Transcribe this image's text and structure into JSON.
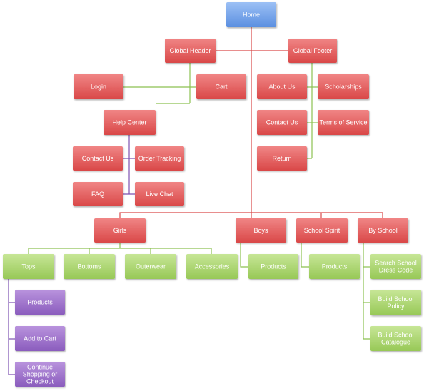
{
  "diagram": {
    "type": "sitemap",
    "colors": {
      "blue": "#6f9fe6",
      "red": "#e05b5b",
      "green": "#a9d46a",
      "purple": "#9b6fc6",
      "line_red": "#d94a4a",
      "line_green": "#8cc152",
      "line_purple": "#7d52b0"
    },
    "nodes": {
      "home": [
        "Home"
      ],
      "global_header": [
        "Global Header"
      ],
      "global_footer": [
        "Global Footer"
      ],
      "login": [
        "Login"
      ],
      "cart": [
        "Cart"
      ],
      "help_center": [
        "Help Center"
      ],
      "contact_us_help": [
        "Contact Us"
      ],
      "order_tracking": [
        "Order Tracking"
      ],
      "faq": [
        "FAQ"
      ],
      "live_chat": [
        "Live Chat"
      ],
      "about_us": [
        "About Us"
      ],
      "scholarships": [
        "Scholarships"
      ],
      "contact_us_footer": [
        "Contact Us"
      ],
      "terms_of_service": [
        "Terms of Service"
      ],
      "return": [
        "Return"
      ],
      "girls": [
        "Girls"
      ],
      "boys": [
        "Boys"
      ],
      "school_spirit": [
        "School Spirit"
      ],
      "by_school": [
        "By School"
      ],
      "tops": [
        "Tops"
      ],
      "bottoms": [
        "Bottoms"
      ],
      "outerwear": [
        "Outerwear"
      ],
      "accessories": [
        "Accessories"
      ],
      "boys_products": [
        "Products"
      ],
      "spirit_products": [
        "Products"
      ],
      "search_school_dress_code": [
        "Search School",
        "Dress Code"
      ],
      "build_school_policy": [
        "Build School",
        "Policy"
      ],
      "build_school_catalogue": [
        "Build School",
        "Catalogue"
      ],
      "tops_products": [
        "Products"
      ],
      "add_to_cart": [
        "Add to Cart"
      ],
      "continue_shopping": [
        "Continue",
        "Shopping or",
        "Checkout"
      ]
    },
    "edges": [
      [
        "home",
        "global_header"
      ],
      [
        "home",
        "global_footer"
      ],
      [
        "home",
        "girls"
      ],
      [
        "home",
        "boys"
      ],
      [
        "home",
        "school_spirit"
      ],
      [
        "home",
        "by_school"
      ],
      [
        "global_header",
        "login"
      ],
      [
        "global_header",
        "cart"
      ],
      [
        "global_header",
        "help_center"
      ],
      [
        "help_center",
        "contact_us_help"
      ],
      [
        "help_center",
        "order_tracking"
      ],
      [
        "help_center",
        "faq"
      ],
      [
        "help_center",
        "live_chat"
      ],
      [
        "global_footer",
        "about_us"
      ],
      [
        "global_footer",
        "scholarships"
      ],
      [
        "global_footer",
        "contact_us_footer"
      ],
      [
        "global_footer",
        "terms_of_service"
      ],
      [
        "global_footer",
        "return"
      ],
      [
        "girls",
        "tops"
      ],
      [
        "girls",
        "bottoms"
      ],
      [
        "girls",
        "outerwear"
      ],
      [
        "girls",
        "accessories"
      ],
      [
        "boys",
        "boys_products"
      ],
      [
        "school_spirit",
        "spirit_products"
      ],
      [
        "by_school",
        "search_school_dress_code"
      ],
      [
        "by_school",
        "build_school_policy"
      ],
      [
        "by_school",
        "build_school_catalogue"
      ],
      [
        "tops",
        "tops_products"
      ],
      [
        "tops",
        "add_to_cart"
      ],
      [
        "tops",
        "continue_shopping"
      ]
    ]
  }
}
